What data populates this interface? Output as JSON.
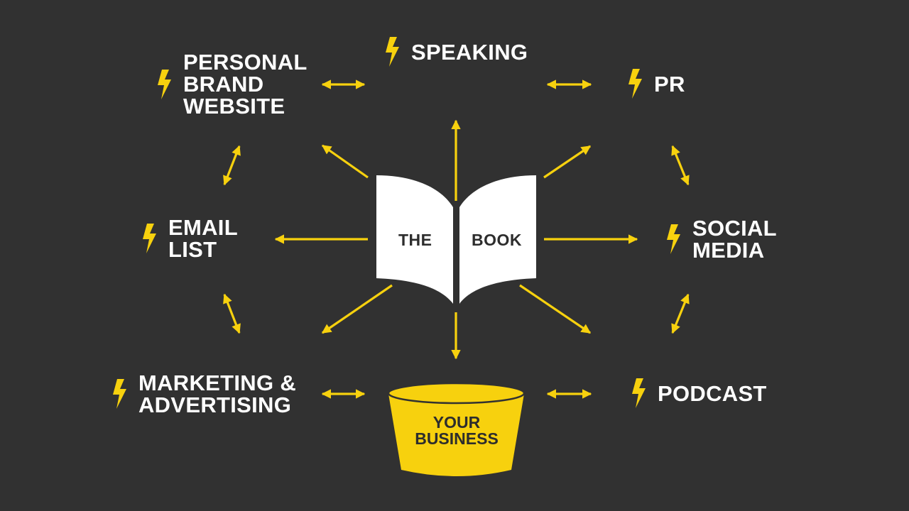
{
  "colors": {
    "background": "#313131",
    "accent": "#f7d10e",
    "text": "#ffffff",
    "book_text": "#2d2d2d"
  },
  "center": {
    "book_left": "THE",
    "book_right": "BOOK",
    "bucket": "YOUR\nBUSINESS"
  },
  "nodes": {
    "speaking": {
      "label": "SPEAKING",
      "icon": "lightning-bolt-icon"
    },
    "personal_brand": {
      "label": "PERSONAL\nBRAND\nWEBSITE",
      "icon": "lightning-bolt-icon"
    },
    "pr": {
      "label": "PR",
      "icon": "lightning-bolt-icon"
    },
    "email": {
      "label": "EMAIL\nLIST",
      "icon": "lightning-bolt-icon"
    },
    "social": {
      "label": "SOCIAL\nMEDIA",
      "icon": "lightning-bolt-icon"
    },
    "marketing": {
      "label": "MARKETING &\nADVERTISING",
      "icon": "lightning-bolt-icon"
    },
    "podcast": {
      "label": "PODCAST",
      "icon": "lightning-bolt-icon"
    }
  }
}
